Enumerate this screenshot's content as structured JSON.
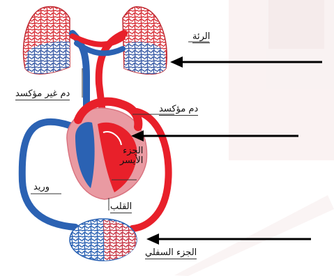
{
  "labels": {
    "lung": "الرئة",
    "deoxygenated_blood": "دم غير مؤكسد",
    "oxygenated_blood": "دم مؤكسد",
    "left_side": "الجزء\nالأيسر",
    "vein": "وريد",
    "heart": "القلب",
    "lower_body": "الجزء السفلي"
  },
  "colors": {
    "oxygenated": "#e8202a",
    "deoxygenated": "#2b62b3",
    "heart_tissue": "#e99aa2",
    "arrow": "#000000",
    "watermark": "#f2e4e4"
  }
}
